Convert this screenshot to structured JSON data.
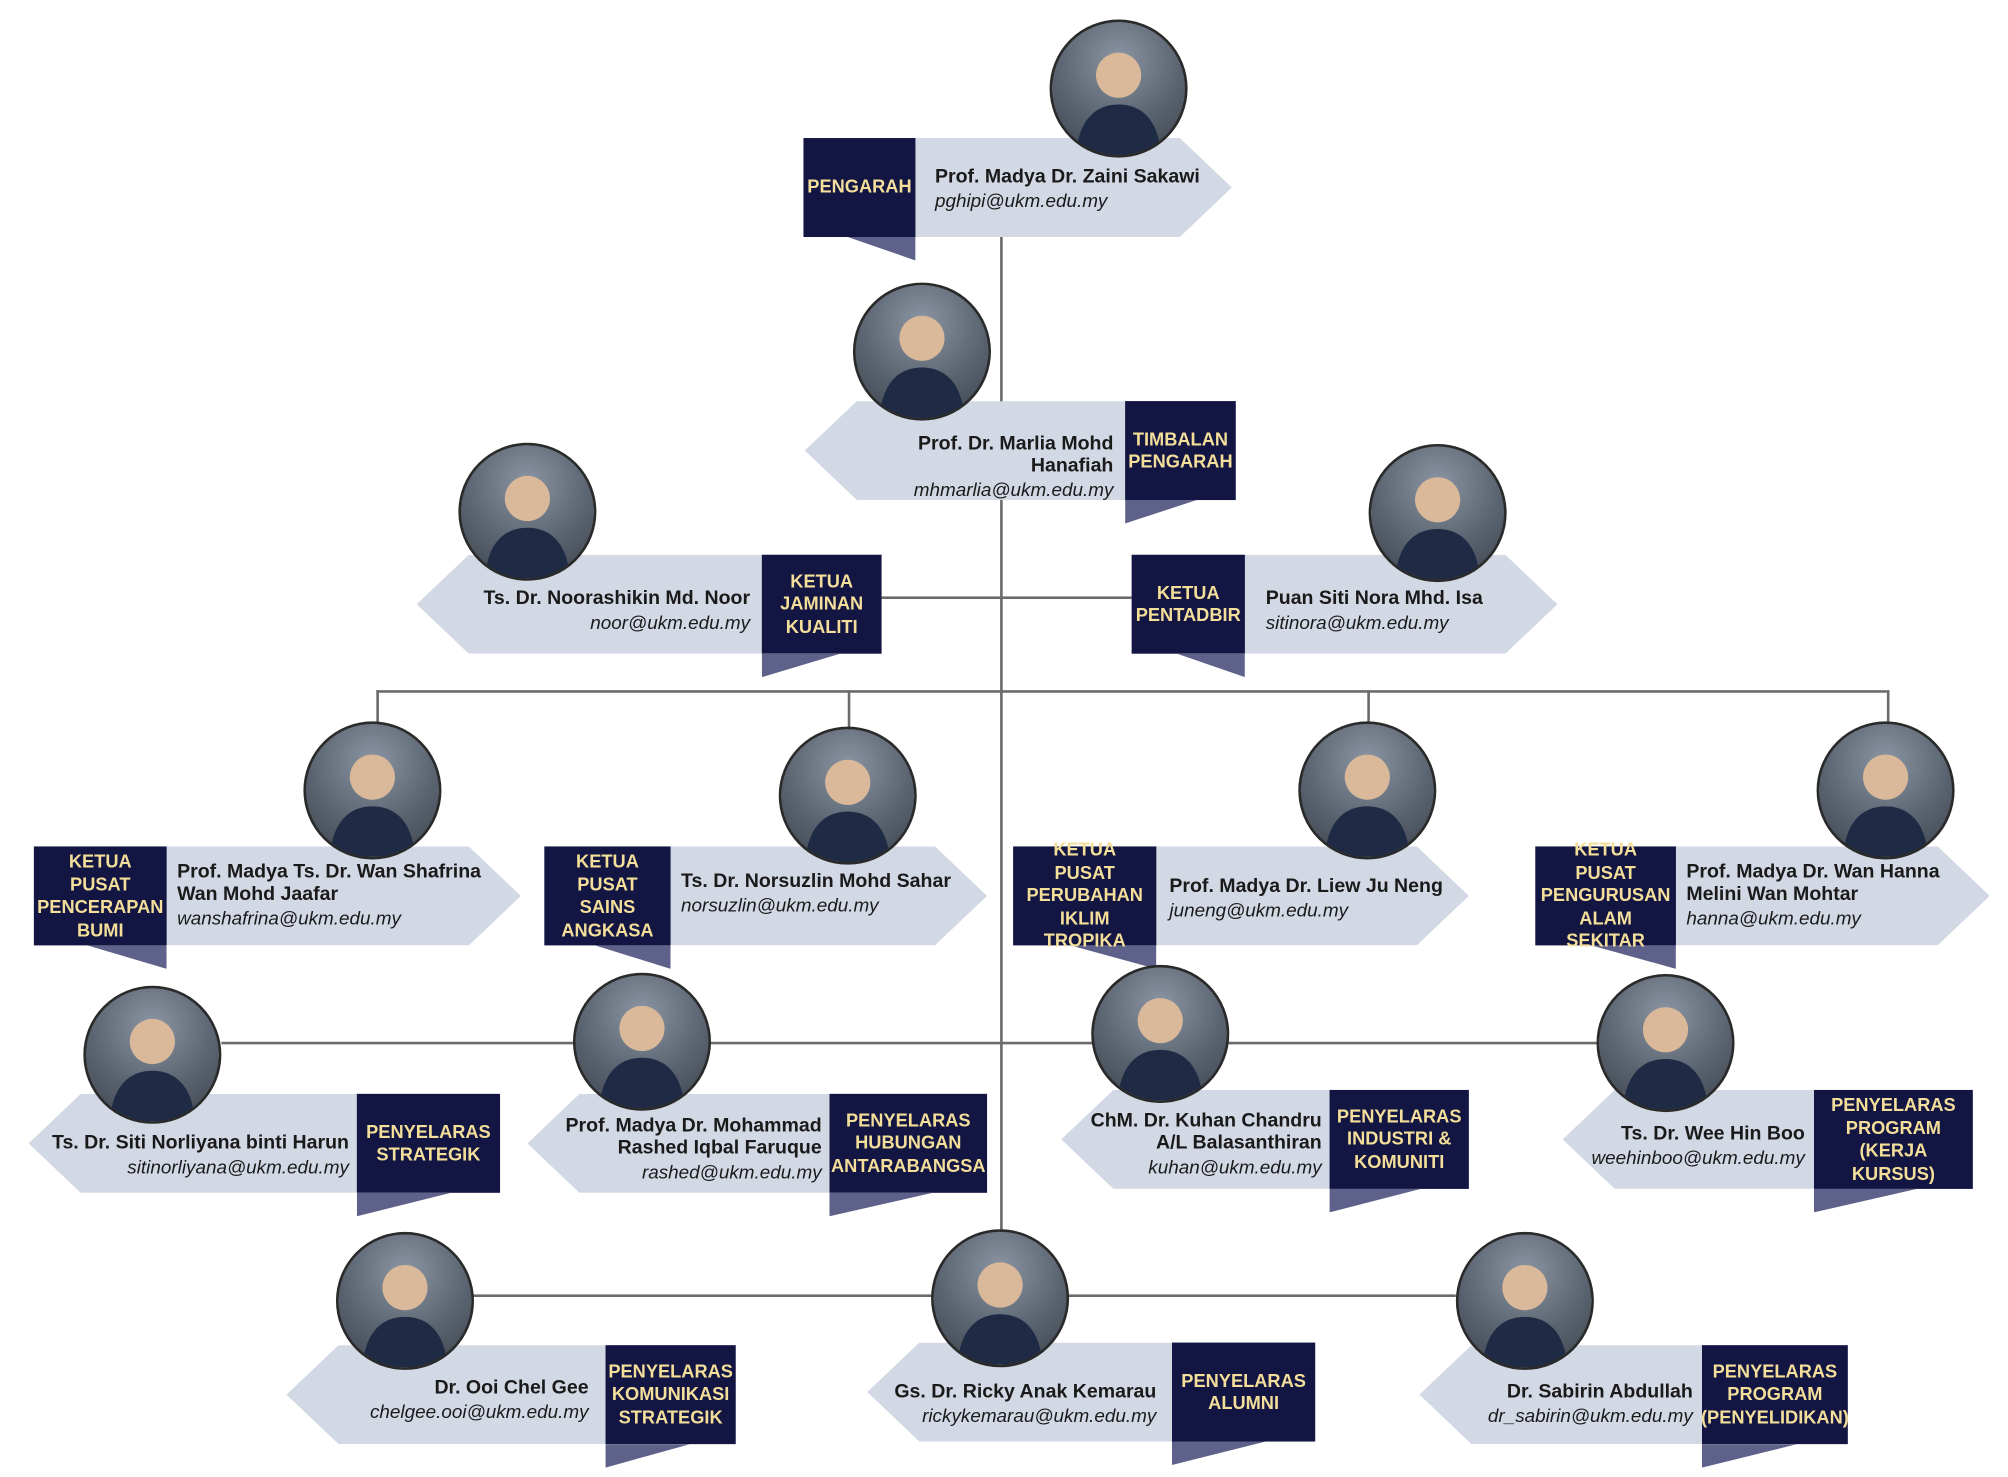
{
  "people": [
    {
      "id": "pengarah",
      "role": "PENGARAH",
      "name": "Prof. Madya Dr. Zaini Sakawi",
      "email": "pghipi@ukm.edu.my",
      "photo_icon": "person-photo-icon"
    },
    {
      "id": "timbalan",
      "role": "TIMBALAN\nPENGARAH",
      "name": "Prof. Dr. Marlia Mohd Hanafiah",
      "email": "mhmarlia@ukm.edu.my",
      "photo_icon": "person-photo-icon"
    },
    {
      "id": "jaminan",
      "role": "KETUA\nJAMINAN\nKUALITI",
      "name": "Ts. Dr. Noorashikin Md. Noor",
      "email": "noor@ukm.edu.my",
      "photo_icon": "person-photo-icon"
    },
    {
      "id": "pentadbir",
      "role": "KETUA\nPENTADBIR",
      "name": "Puan Siti Nora Mhd. Isa",
      "email": "sitinora@ukm.edu.my",
      "photo_icon": "person-photo-icon"
    },
    {
      "id": "bumi",
      "role": "KETUA\nPUSAT\nPENCERAPAN\nBUMI",
      "name": "Prof. Madya Ts. Dr. Wan Shafrina\nWan Mohd Jaafar",
      "email": "wanshafrina@ukm.edu.my",
      "photo_icon": "person-photo-icon"
    },
    {
      "id": "angkasa",
      "role": "KETUA\nPUSAT\nSAINS\nANGKASA",
      "name": "Ts. Dr. Norsuzlin Mohd Sahar",
      "email": "norsuzlin@ukm.edu.my",
      "photo_icon": "person-photo-icon"
    },
    {
      "id": "iklim",
      "role": "KETUA\nPUSAT\nPERUBAHAN\nIKLIM TROPIKA",
      "name": "Prof. Madya Dr. Liew Ju Neng",
      "email": "juneng@ukm.edu.my",
      "photo_icon": "person-photo-icon"
    },
    {
      "id": "alam",
      "role": "KETUA\nPUSAT\nPENGURUSAN\nALAM SEKITAR",
      "name": "Prof. Madya Dr. Wan Hanna\nMelini Wan Mohtar",
      "email": "hanna@ukm.edu.my",
      "photo_icon": "person-photo-icon"
    },
    {
      "id": "strategik",
      "role": "PENYELARAS\nSTRATEGIK",
      "name": "Ts. Dr. Siti Norliyana binti Harun",
      "email": "sitinorliyana@ukm.edu.my",
      "photo_icon": "person-photo-icon"
    },
    {
      "id": "hubungan",
      "role": "PENYELARAS\nHUBUNGAN\nANTARABANGSA",
      "name": "Prof. Madya Dr. Mohammad\nRashed Iqbal Faruque",
      "email": "rashed@ukm.edu.my",
      "photo_icon": "person-photo-icon"
    },
    {
      "id": "industri",
      "role": "PENYELARAS\nINDUSTRI &\nKOMUNITI",
      "name": "ChM. Dr. Kuhan Chandru\nA/L Balasanthiran",
      "email": "kuhan@ukm.edu.my",
      "photo_icon": "person-photo-icon"
    },
    {
      "id": "kerja",
      "role": "PENYELARAS\nPROGRAM\n(KERJA KURSUS)",
      "name": "Ts. Dr. Wee Hin Boo",
      "email": "weehinboo@ukm.edu.my",
      "photo_icon": "person-photo-icon"
    },
    {
      "id": "komunikasi",
      "role": "PENYELARAS\nKOMUNIKASI\nSTRATEGIK",
      "name": "Dr. Ooi Chel Gee",
      "email": "chelgee.ooi@ukm.edu.my",
      "photo_icon": "person-photo-icon"
    },
    {
      "id": "alumni",
      "role": "PENYELARAS\nALUMNI",
      "name": "Gs. Dr. Ricky Anak Kemarau",
      "email": "rickykemarau@ukm.edu.my",
      "photo_icon": "person-photo-icon"
    },
    {
      "id": "penyelidikan",
      "role": "PENYELARAS\nPROGRAM\n(PENYELIDIKAN)",
      "name": "Dr. Sabirin Abdullah",
      "email": "dr_sabirin@ukm.edu.my",
      "photo_icon": "person-photo-icon"
    }
  ],
  "colors": {
    "tag_bg": "#131543",
    "tag_text": "#f3de9a",
    "bar": "#d3d8e5",
    "tail": "#5e6189",
    "line": "#6b6b6b"
  }
}
